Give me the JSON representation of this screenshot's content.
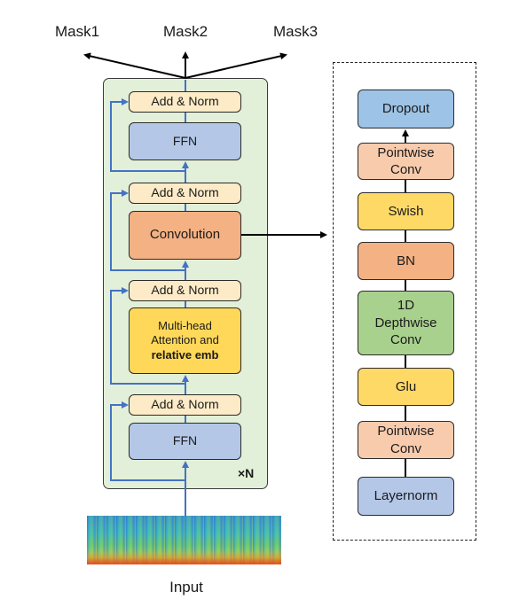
{
  "outputs": {
    "mask1": "Mask1",
    "mask2": "Mask2",
    "mask3": "Mask3"
  },
  "encoder": {
    "add_norm_1": "Add & Norm",
    "ffn_top": "FFN",
    "add_norm_2": "Add & Norm",
    "convolution": "Convolution",
    "add_norm_3": "Add & Norm",
    "mha_line1": "Multi-head",
    "mha_line2": "Attention and",
    "mha_line3": "relative emb",
    "add_norm_4": "Add & Norm",
    "ffn_bottom": "FFN",
    "repeat": "×N"
  },
  "conv_module": {
    "dropout": "Dropout",
    "pointwise_top_1": "Pointwise",
    "pointwise_top_2": "Conv",
    "swish": "Swish",
    "bn": "BN",
    "depthwise_1": "1D",
    "depthwise_2": "Depthwise",
    "depthwise_3": "Conv",
    "glu": "Glu",
    "pointwise_bottom_1": "Pointwise",
    "pointwise_bottom_2": "Conv",
    "layernorm": "Layernorm"
  },
  "input_label": "Input",
  "colors": {
    "panel": "#e2efd9",
    "add_norm": "#fdebc8",
    "ffn": "#b4c7e7",
    "convolution": "#f4b183",
    "attention": "#ffd85a",
    "residual_arrow": "#4472c4"
  }
}
